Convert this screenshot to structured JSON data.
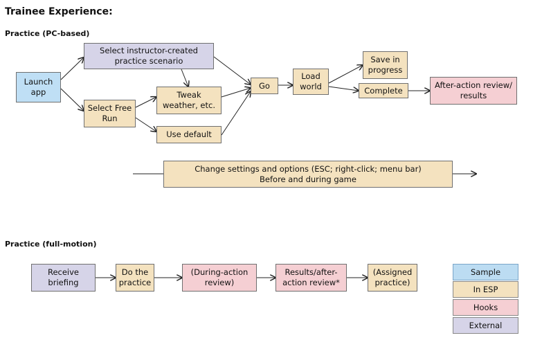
{
  "title": "Trainee Experience:",
  "sections": {
    "pc": "Practice (PC-based)",
    "full_motion": "Practice (full-motion)"
  },
  "pc_nodes": {
    "launch": "Launch\napp",
    "select_instructor": "Select instructor-created\npractice scenario",
    "select_free": "Select Free\nRun",
    "tweak": "Tweak\nweather, etc.",
    "use_default": "Use default",
    "go": "Go",
    "load_world": "Load\nworld",
    "save_progress": "Save in\nprogress",
    "complete": "Complete",
    "after_action": "After-action review/\nresults",
    "settings": "Change settings and options (ESC; right-click; menu bar)\nBefore and during game"
  },
  "fm_nodes": {
    "receive": "Receive\nbriefing",
    "do_practice": "Do the\npractice",
    "during": "(During-action\nreview)",
    "results": "Results/after-\naction review*",
    "assigned": "(Assigned\npractice)"
  },
  "legend": {
    "sample": "Sample",
    "in_esp": "In ESP",
    "hooks": "Hooks",
    "external": "External"
  },
  "colors": {
    "sample": "#bfdff5",
    "in_esp": "#f4e2bf",
    "hooks": "#f5cfd3",
    "external": "#d6d4e8"
  }
}
